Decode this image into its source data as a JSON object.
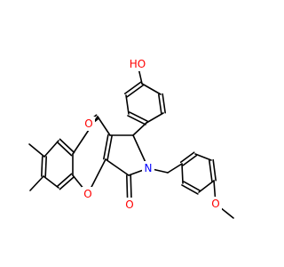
{
  "structure": {
    "colors": {
      "bond": "#000000",
      "oxygen": "#ff0000",
      "nitrogen": "#0000ff",
      "background": "#ffffff"
    },
    "atoms": [
      {
        "key": "OH",
        "label": "HO",
        "element": "O"
      },
      {
        "key": "O_ket",
        "label": "O",
        "element": "O"
      },
      {
        "key": "O_lac",
        "label": "O",
        "element": "O"
      },
      {
        "key": "O_py",
        "label": "O",
        "element": "O"
      },
      {
        "key": "O_me",
        "label": "O",
        "element": "O"
      },
      {
        "key": "N",
        "label": "N",
        "element": "N"
      }
    ]
  }
}
